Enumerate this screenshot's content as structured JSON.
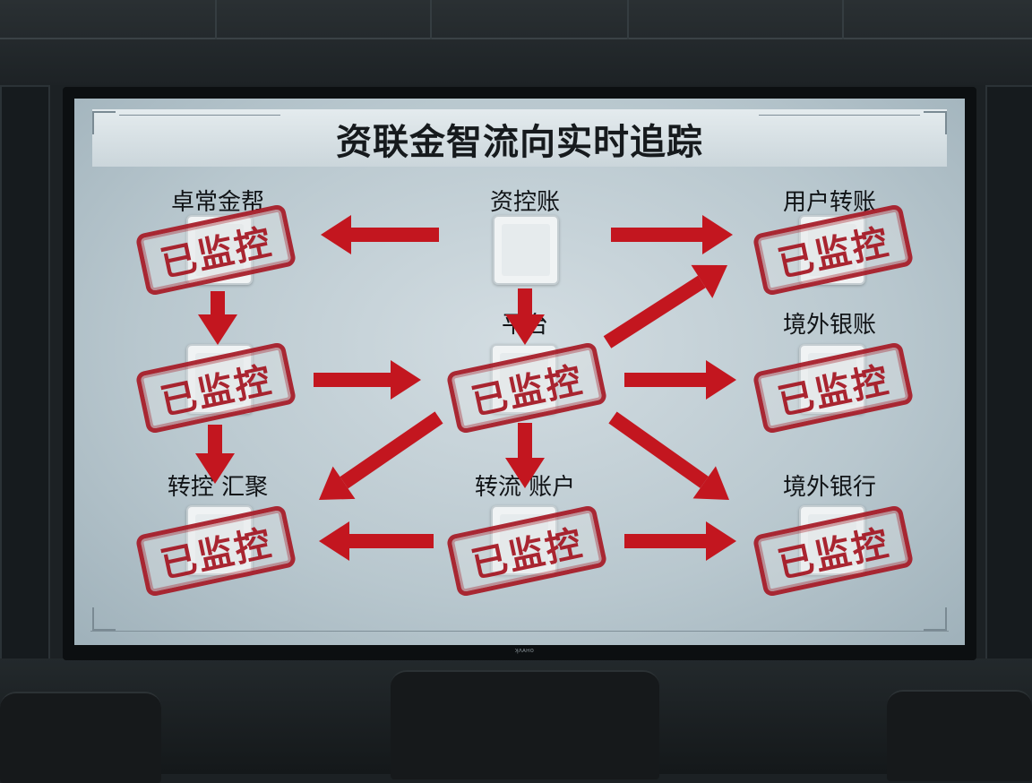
{
  "diagram": {
    "title": "资联金智流向实时追踪",
    "stamp_text": "已监控",
    "nodes": [
      {
        "id": "top-left",
        "label": "卓常金帮"
      },
      {
        "id": "top-center",
        "label": "资控账"
      },
      {
        "id": "top-right",
        "label": "用户转账"
      },
      {
        "id": "mid-left",
        "label": ""
      },
      {
        "id": "mid-center",
        "label": "平台"
      },
      {
        "id": "mid-right",
        "label": "境外银账"
      },
      {
        "id": "bot-left",
        "label": "转控 汇聚"
      },
      {
        "id": "bot-center",
        "label": "转流 账户"
      },
      {
        "id": "bot-right",
        "label": "境外银行"
      }
    ],
    "edges": [
      {
        "from": "top-center",
        "to": "top-left"
      },
      {
        "from": "top-center",
        "to": "top-right"
      },
      {
        "from": "top-left",
        "to": "mid-left"
      },
      {
        "from": "top-center",
        "to": "mid-center"
      },
      {
        "from": "mid-center",
        "to": "top-right"
      },
      {
        "from": "mid-left",
        "to": "mid-center"
      },
      {
        "from": "mid-center",
        "to": "mid-right"
      },
      {
        "from": "mid-left",
        "to": "bot-left"
      },
      {
        "from": "mid-center",
        "to": "bot-left"
      },
      {
        "from": "mid-center",
        "to": "bot-center"
      },
      {
        "from": "mid-center",
        "to": "bot-right"
      },
      {
        "from": "bot-center",
        "to": "bot-left"
      },
      {
        "from": "bot-center",
        "to": "bot-right"
      }
    ],
    "colors": {
      "arrow": "#c3161f",
      "stamp": "#a41420",
      "screen": "#c5d2d8"
    }
  },
  "tv": {
    "brand": "ʞʌᴀʜo"
  }
}
